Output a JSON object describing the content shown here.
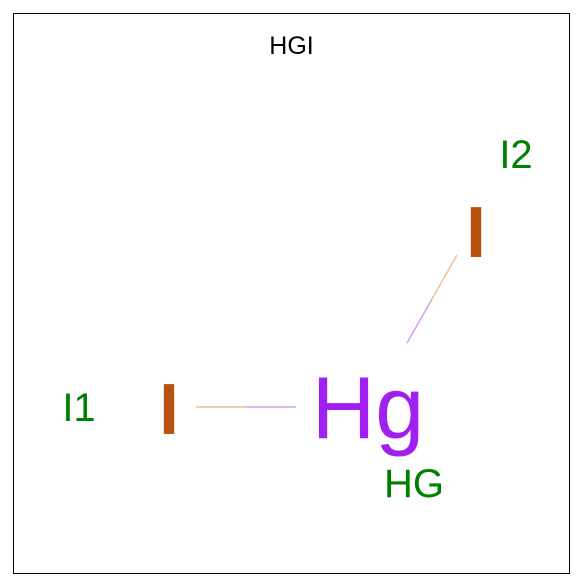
{
  "title": "HGI",
  "atoms": [
    {
      "id": "HG",
      "element": "Hg",
      "name_label": "HG",
      "color": "#a020f0",
      "label_color": "#008000"
    },
    {
      "id": "I1",
      "element": "I",
      "name_label": "I1",
      "color": "#b8520f",
      "label_color": "#008000"
    },
    {
      "id": "I2",
      "element": "I",
      "name_label": "I2",
      "color": "#b8520f",
      "label_color": "#008000"
    }
  ],
  "bonds": [
    {
      "from": "I1",
      "to": "HG",
      "colors": [
        "#e7c29a",
        "#d9a0f0"
      ]
    },
    {
      "from": "I2",
      "to": "HG",
      "colors": [
        "#e7c29a",
        "#d9a0f0"
      ]
    }
  ]
}
